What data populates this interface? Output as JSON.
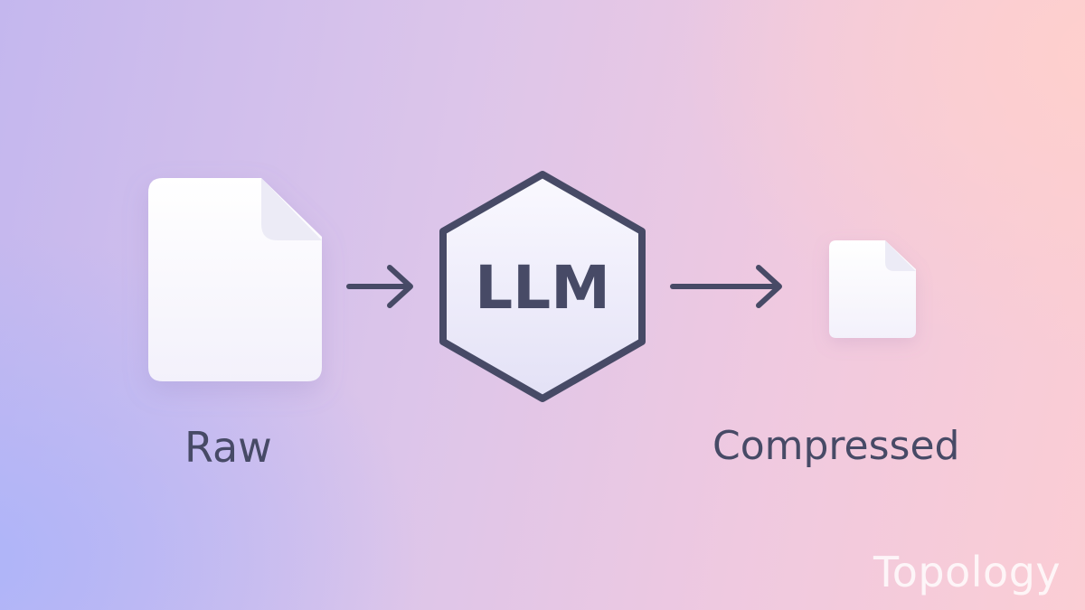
{
  "diagram": {
    "nodes": [
      {
        "id": "raw",
        "label": "Raw",
        "icon": "document-icon"
      },
      {
        "id": "llm",
        "label": "LLM",
        "icon": "hexagon-icon"
      },
      {
        "id": "compressed",
        "label": "Compressed",
        "icon": "document-icon"
      }
    ],
    "edges": [
      {
        "from": "raw",
        "to": "llm",
        "icon": "arrow-right-icon"
      },
      {
        "from": "llm",
        "to": "compressed",
        "icon": "arrow-right-icon"
      }
    ]
  },
  "watermark": "Topology",
  "colors": {
    "ink": "#474a66",
    "card": "#ffffff",
    "background_left": "#b4b8f7",
    "background_right": "#fdd0d2"
  }
}
